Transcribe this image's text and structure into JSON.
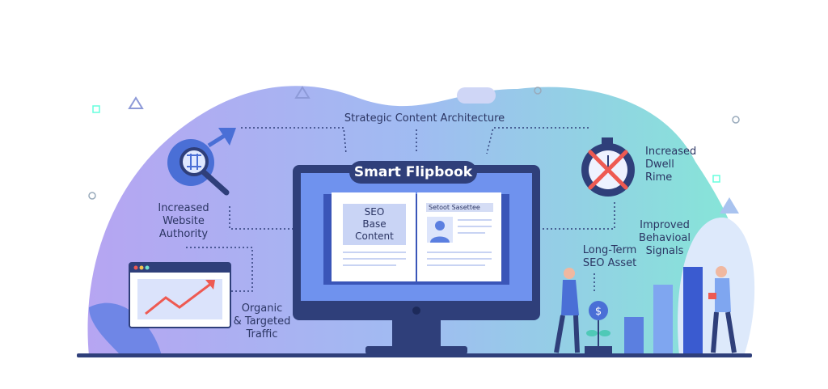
{
  "diagram": {
    "center_title": "Smart Flipbook",
    "top_label": "Strategic Content Architecture",
    "book": {
      "left_box": [
        "SEO",
        "Base",
        "Content"
      ],
      "right_header": "Setoot Sasettee"
    },
    "labels": {
      "authority": [
        "Increased",
        "Website",
        "Authority"
      ],
      "traffic": [
        "Organic",
        "& Targeted",
        "Traffic"
      ],
      "dwell": [
        "Increased",
        "Dwell",
        "Rime"
      ],
      "behavioral": [
        "Improved",
        "Behavioal",
        "Signals"
      ],
      "asset": [
        "Long-Term",
        "SEO Asset"
      ]
    },
    "colors": {
      "navy": "#2f3f7a",
      "purple": "#9b8ef0",
      "teal": "#6fe0cf",
      "red": "#ee5a52",
      "blue": "#5b7fe0"
    }
  }
}
